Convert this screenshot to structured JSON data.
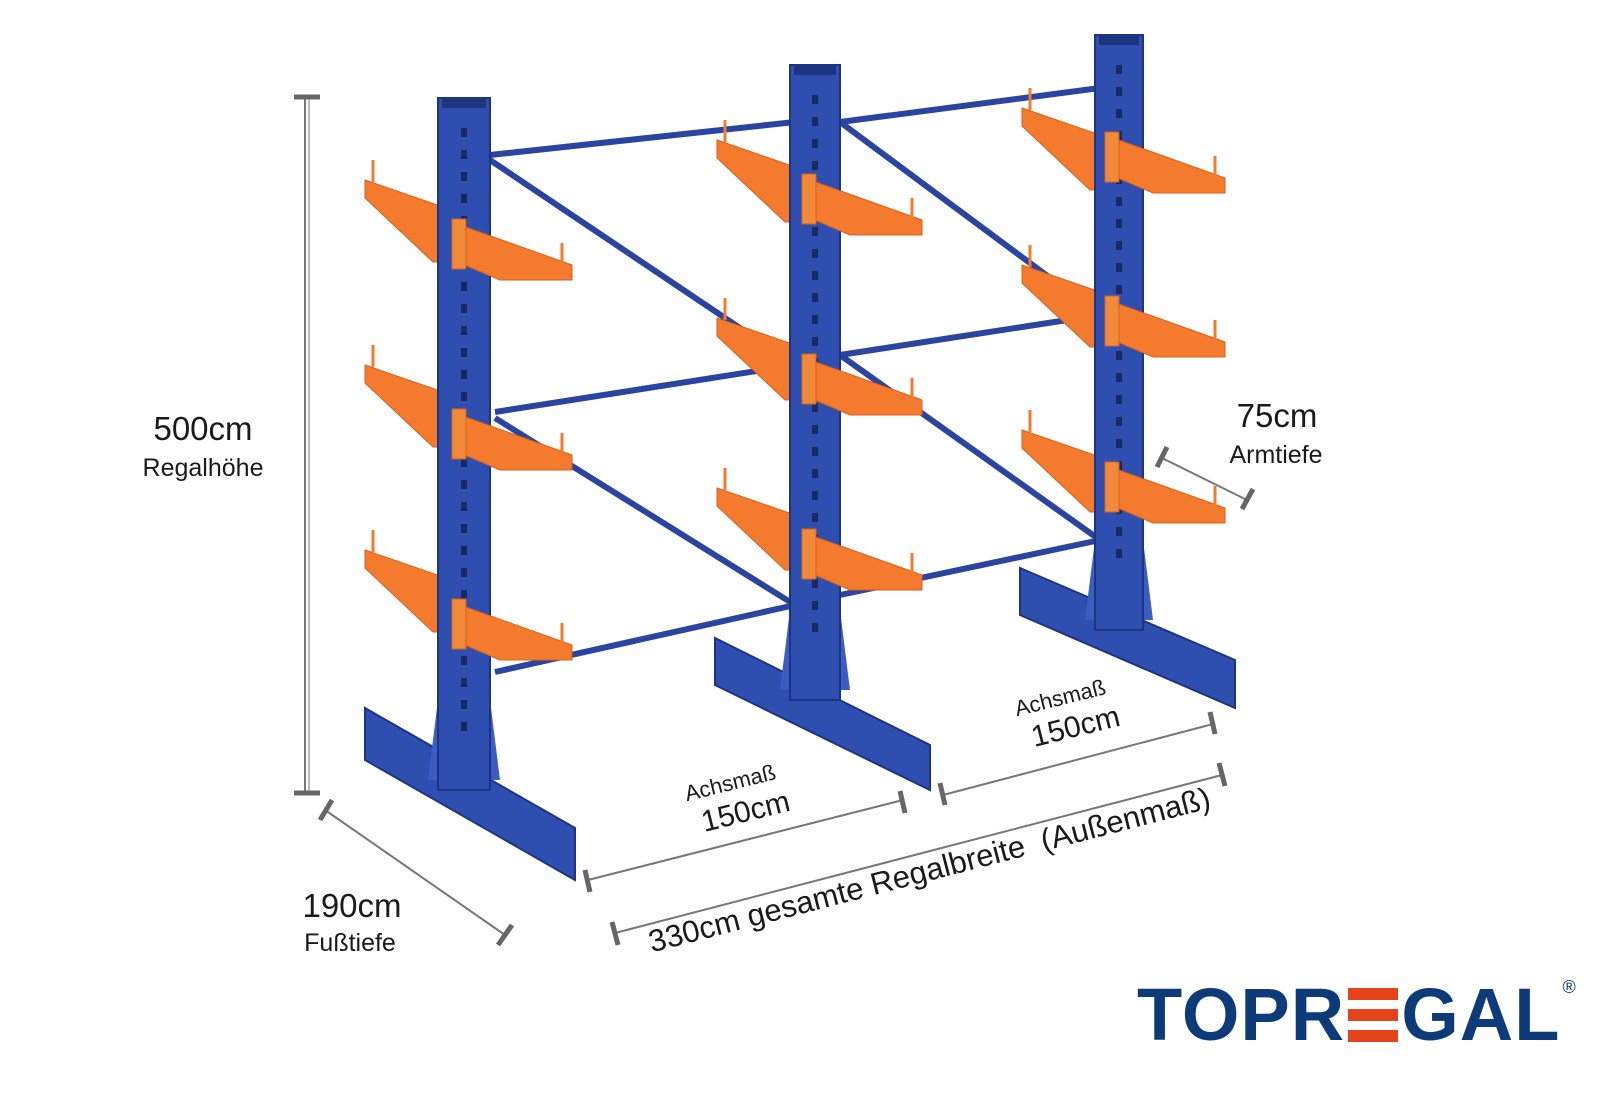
{
  "dimensions": {
    "height": {
      "value": "500cm",
      "label": "Regalhöhe"
    },
    "foot_depth": {
      "value": "190cm",
      "label": "Fußtiefe"
    },
    "arm_depth": {
      "value": "75cm",
      "label": "Armtiefe"
    },
    "axis_left": {
      "label": "Achsmaß",
      "value": "150cm"
    },
    "axis_right": {
      "label": "Achsmaß",
      "value": "150cm"
    },
    "total_width": {
      "text": "330cm gesamte Regalbreite  (Außenmaß)"
    }
  },
  "logo": {
    "text": "TOPREGAL",
    "prefix": "TOPR",
    "suffix": "GAL",
    "registered": "®"
  },
  "colors": {
    "column": "#2e4fb0",
    "arm": "#f47a2e",
    "brand": "#0d3a78",
    "brand_accent": "#e4441c"
  }
}
